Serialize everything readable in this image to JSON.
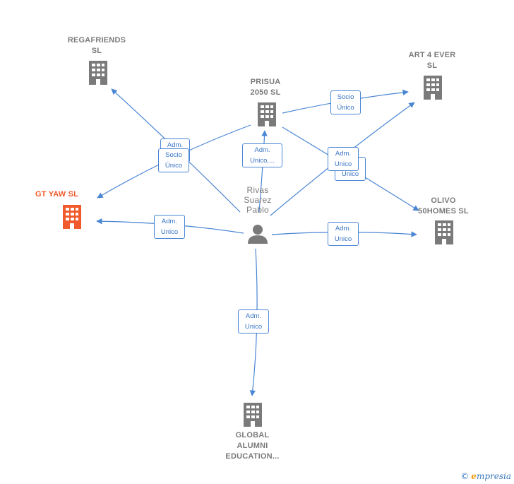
{
  "center": {
    "name": "Rivas\nSuarez\nPablo"
  },
  "companies": {
    "regafriends": {
      "name": "REGAFRIENDS\nSL",
      "color": "#7a7a7a"
    },
    "prisua": {
      "name": "PRISUA\n2050  SL",
      "color": "#7a7a7a"
    },
    "art4ever": {
      "name": "ART 4 EVER\nSL",
      "color": "#7a7a7a"
    },
    "gtyaw": {
      "name": "GT YAW  SL",
      "color": "#f15a2b"
    },
    "olivo": {
      "name": "OLIVO\n50HOMES  SL",
      "color": "#7a7a7a"
    },
    "global": {
      "name": "GLOBAL\nALUMNI\nEDUCATION...",
      "color": "#7a7a7a"
    }
  },
  "edges": {
    "regafriends": "Adm.\nUnico",
    "gtyaw_socio": "Socio\nÚnico",
    "prisua": "Adm.\nUnico,...",
    "art4ever_socio": "Socio\nÚnico",
    "art4ever_adm": "Adm.\nUnico",
    "olivo_back": "Adm.\nUnico",
    "gtyaw_adm": "Adm.\nUnico",
    "olivo_adm": "Adm.\nUnico",
    "global": "Adm.\nUnico"
  },
  "colors": {
    "edge": "#4a86d4",
    "building": "#7a7a7a",
    "highlight": "#f15a2b"
  },
  "footer": {
    "copyright": "©",
    "brand_first": "e",
    "brand_rest": "mpresia"
  }
}
